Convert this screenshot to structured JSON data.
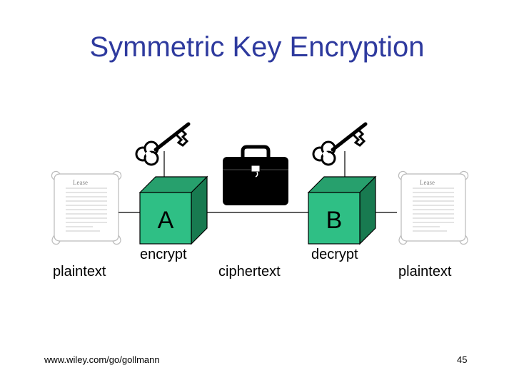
{
  "slide": {
    "title": "Symmetric Key Encryption",
    "footer_url": "www.wiley.com/go/gollmann",
    "page_number": "45"
  },
  "diagram": {
    "left_doc_label": "plaintext",
    "box_a_letter": "A",
    "box_a_label": "encrypt",
    "middle_label": "ciphertext",
    "box_b_letter": "B",
    "box_b_label": "decrypt",
    "right_doc_label": "plaintext",
    "doc_header_text": "Lease",
    "icons": [
      "document-icon",
      "key-icon",
      "briefcase-icon"
    ],
    "colors": {
      "title": "#2e3a9e",
      "box_front": "#2fbf85",
      "box_top": "#27a06d",
      "box_side": "#187a50"
    }
  }
}
